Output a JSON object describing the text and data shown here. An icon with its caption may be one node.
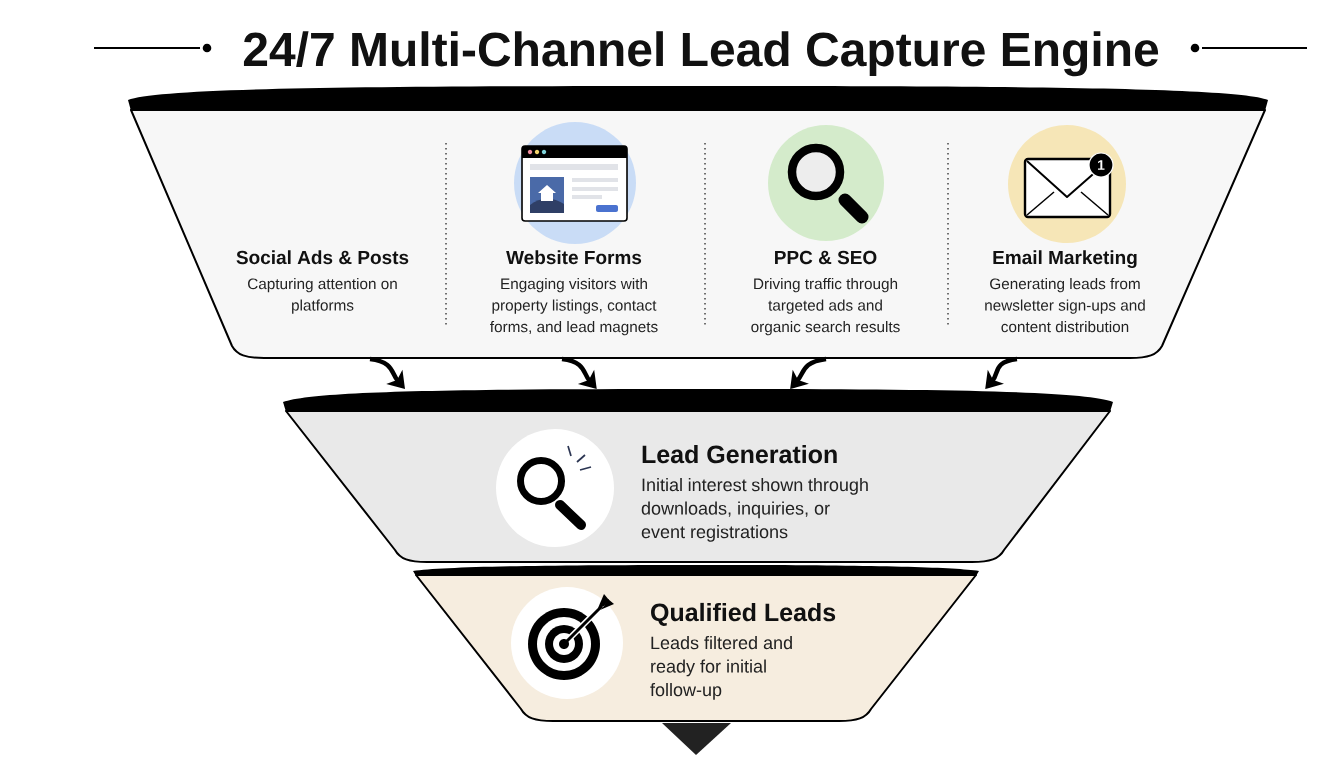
{
  "diagram": {
    "title": "24/7 Multi-Channel Lead Capture Engine",
    "nodes": [
      {
        "text": [],
        "shape": "trapezoid"
      },
      {
        "text": [
          "Social Ads & Posts",
          "Capturing attention on platforms"
        ],
        "in": 0
      },
      {
        "text": [
          "Website Forms",
          "Engaging visitors with property listings, contact forms, and lead magnets"
        ],
        "in": 0
      },
      {
        "text": [
          "PPC & SEO",
          "Driving traffic through targeted ads and organic search results"
        ],
        "in": 0
      },
      {
        "text": [
          "Email Marketing",
          "Generating leads from newsletter sign-ups and content distribution"
        ],
        "in": 0
      },
      {
        "text": [
          "Lead Generation",
          "Initial interest shown through downloads, inquiries, or event registrations"
        ]
      },
      {
        "text": [
          "Qualified Leads",
          "Leads filtered and ready for initial follow-up"
        ]
      }
    ],
    "edges": [
      {
        "from": 0,
        "to": 5,
        "arrow": "to"
      },
      {
        "from": 0,
        "to": 5,
        "arrow": "to"
      },
      {
        "from": 0,
        "to": 5,
        "arrow": "to"
      },
      {
        "from": 0,
        "to": 5,
        "arrow": "to"
      }
    ],
    "labels": [
      "1"
    ]
  }
}
